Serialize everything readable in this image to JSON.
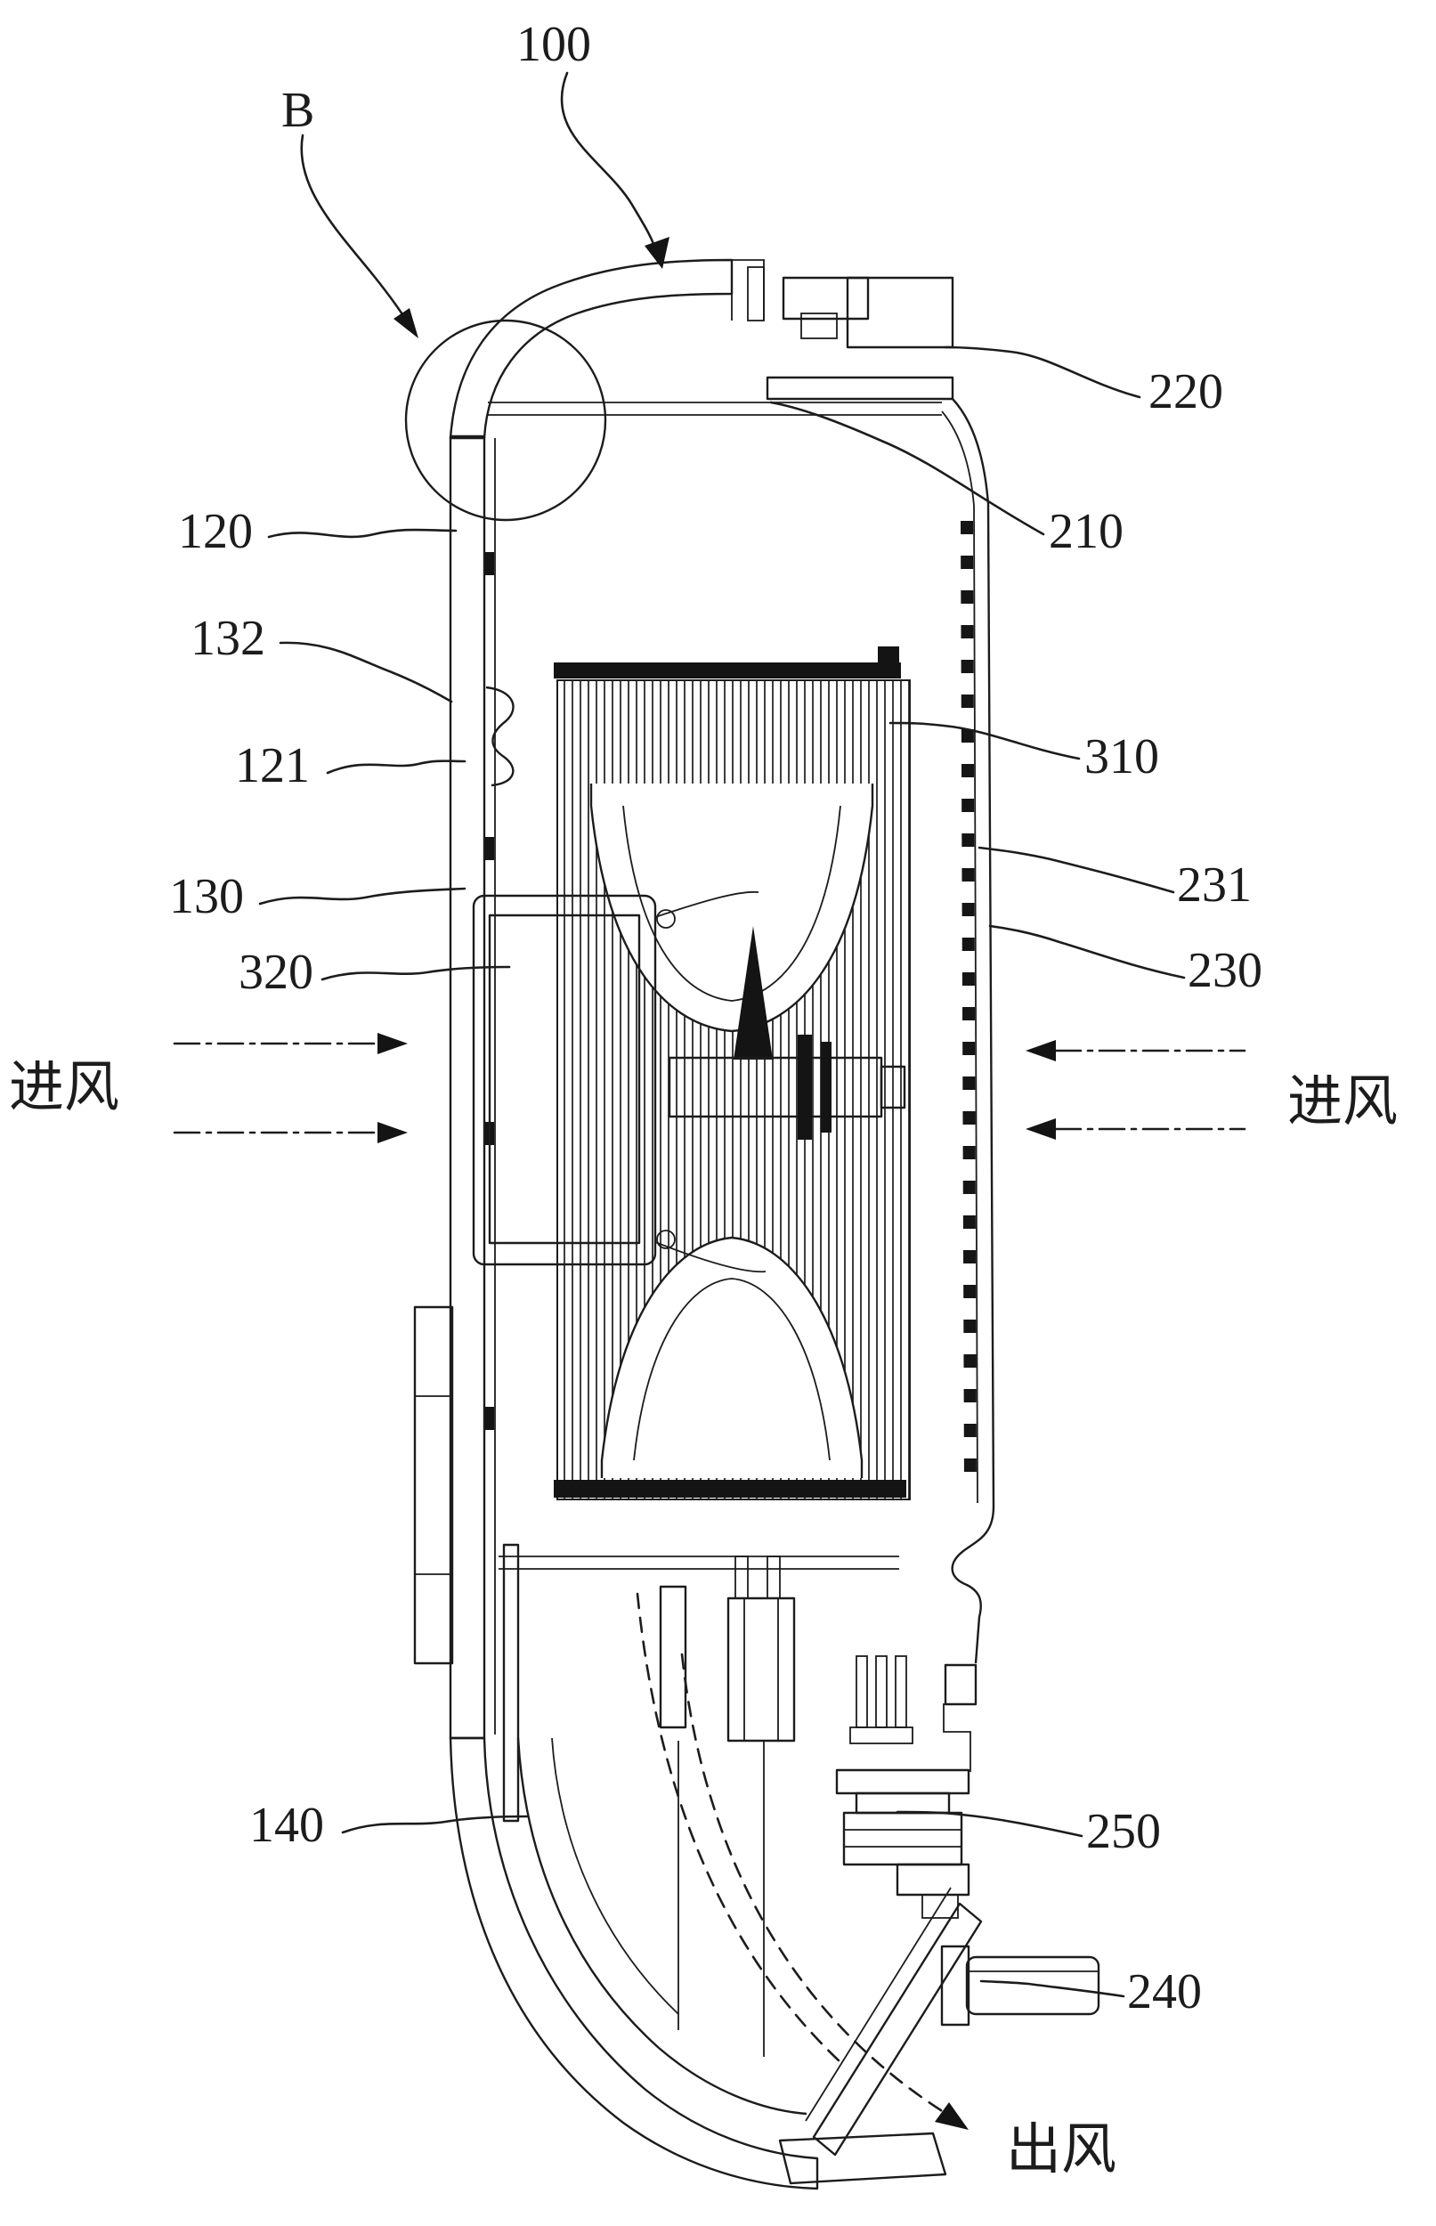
{
  "figure": {
    "type": "patent-cross-section-diagram",
    "background": "#ffffff",
    "ink": "#1c1c1c",
    "labels": {
      "n100": "100",
      "nB": "B",
      "n220": "220",
      "n210": "210",
      "n120": "120",
      "n132": "132",
      "n121": "121",
      "n310": "310",
      "n231": "231",
      "n230": "230",
      "n130": "130",
      "n320": "320",
      "n140": "140",
      "n250": "250",
      "n240": "240"
    },
    "annotations": {
      "inlet_left": "进风",
      "inlet_right": "进风",
      "outlet": "出风"
    }
  }
}
